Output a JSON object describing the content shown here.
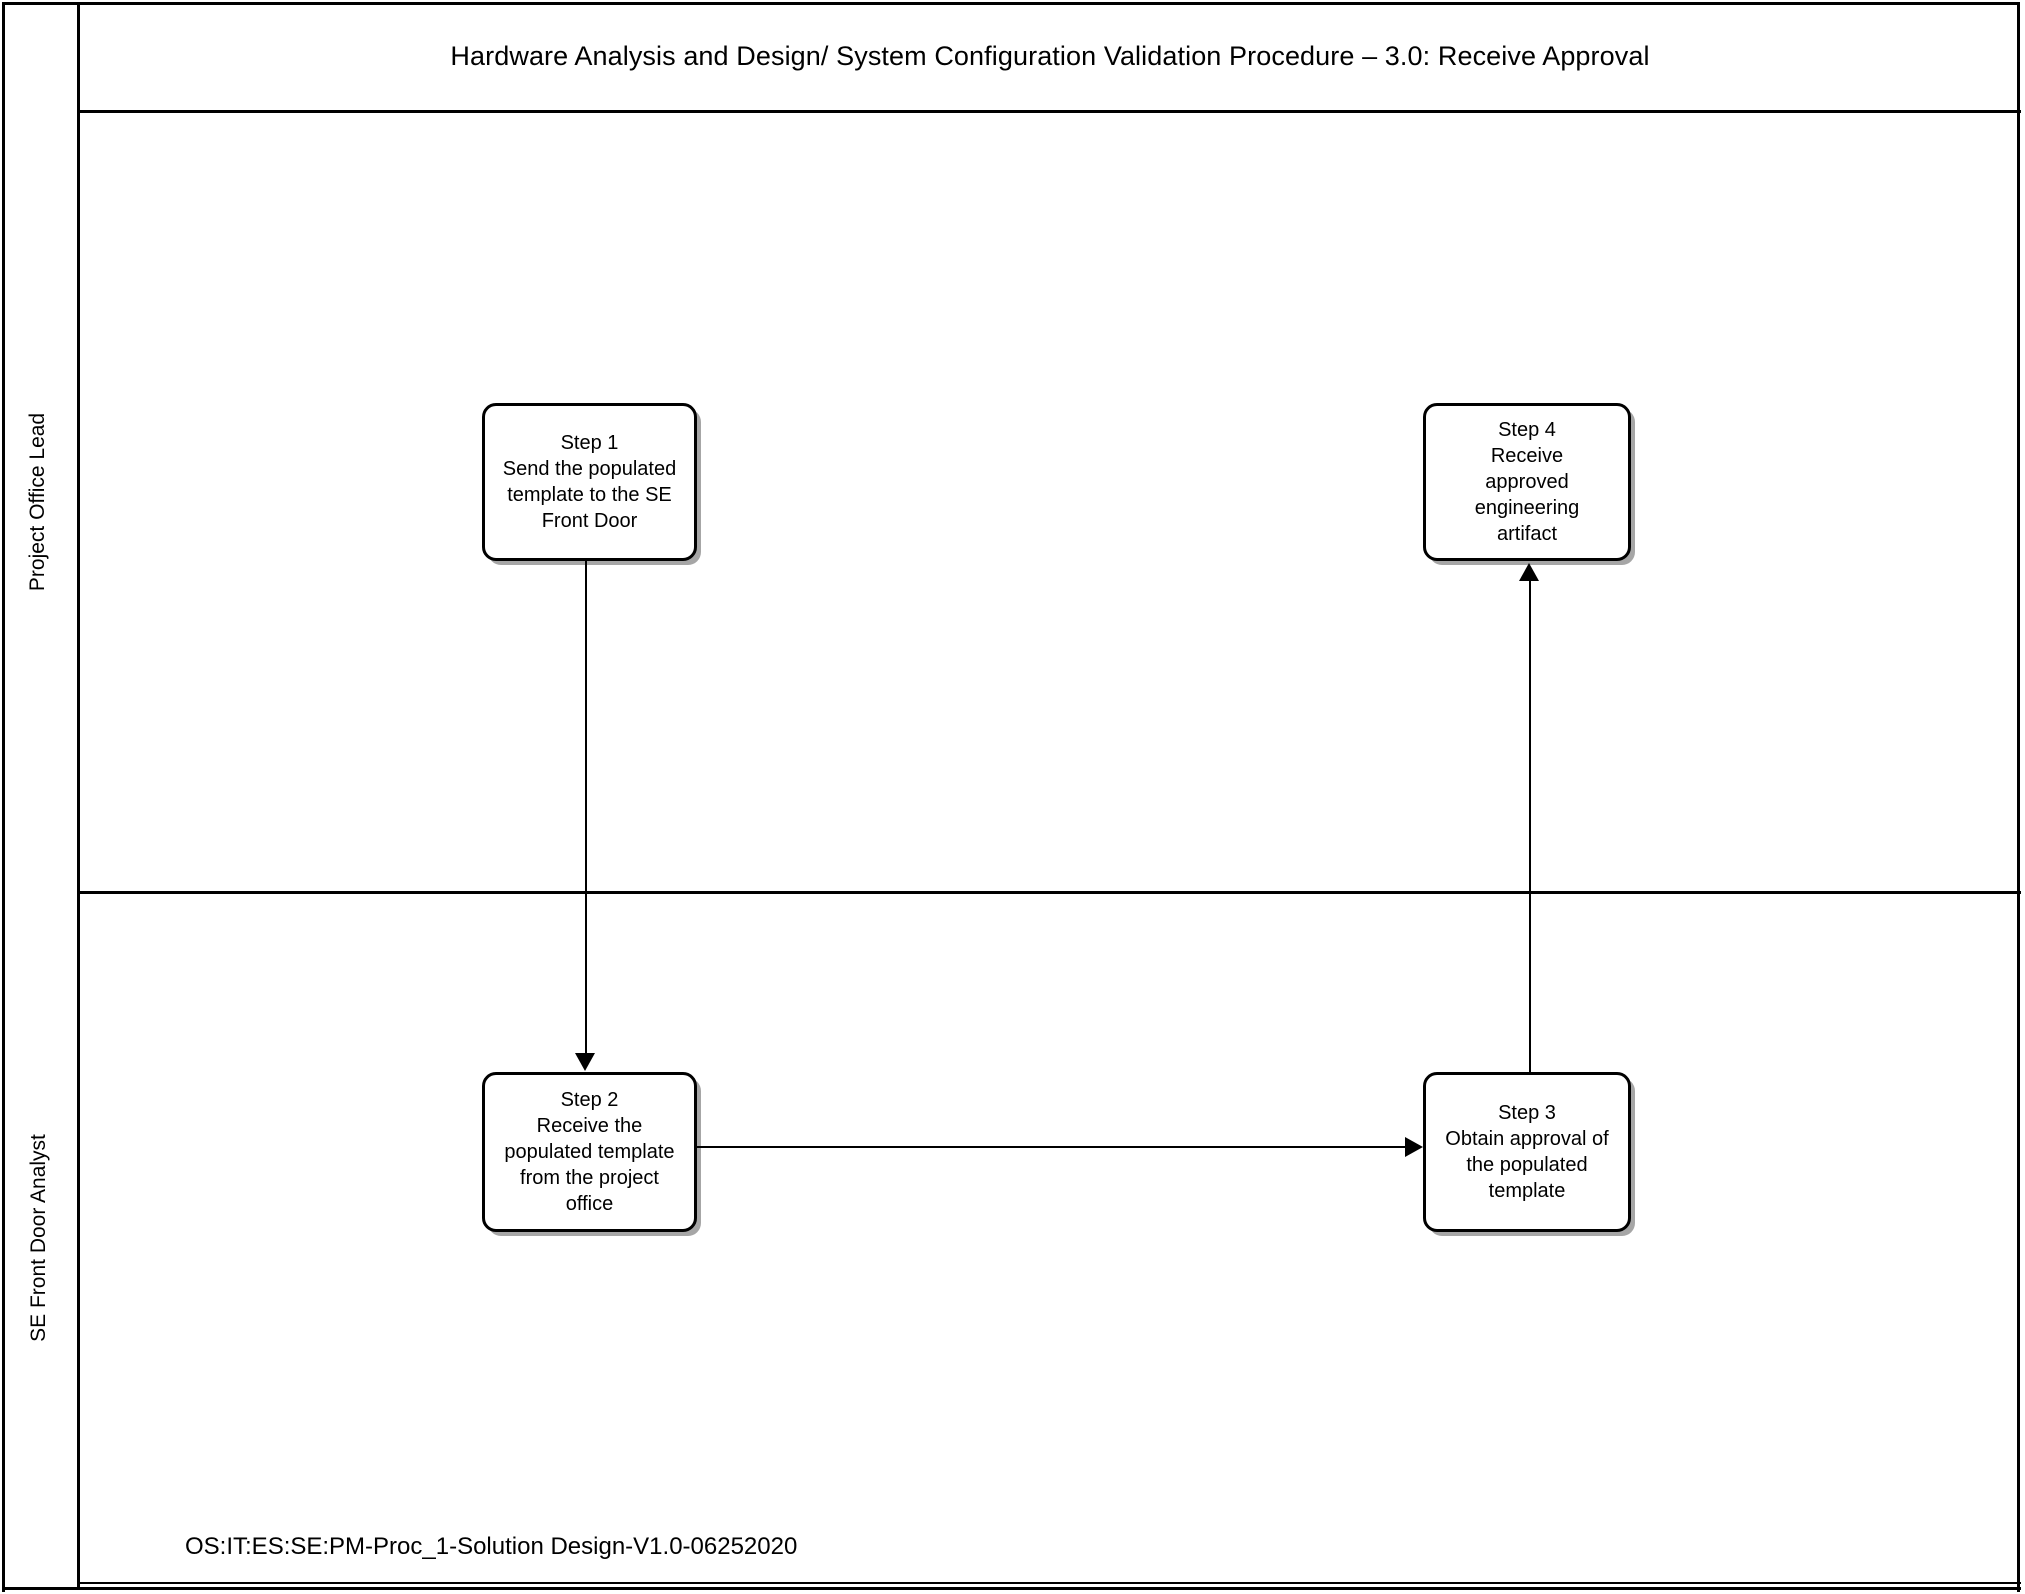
{
  "diagram": {
    "title": "Hardware Analysis and Design/ System Configuration Validation  Procedure – 3.0: Receive Approval",
    "footer": "OS:IT:ES:SE:PM-Proc_1-Solution Design-V1.0-06252020",
    "type": "swimlane-flowchart",
    "colors": {
      "line": "#000000",
      "background": "#ffffff",
      "node_fill": "#ffffff",
      "node_border": "#000000",
      "node_shadow": "#595959"
    },
    "lanes": [
      {
        "id": "lane-project-office-lead",
        "label": "Project Office Lead"
      },
      {
        "id": "lane-se-front-door-analyst",
        "label": "SE Front Door Analyst"
      }
    ],
    "nodes": [
      {
        "id": "step1",
        "lane": "lane-project-office-lead",
        "step": "Step 1",
        "text": "Step 1\nSend the populated\ntemplate to the SE\nFront Door"
      },
      {
        "id": "step4",
        "lane": "lane-project-office-lead",
        "step": "Step 4",
        "text": "Step 4\nReceive\napproved\nengineering\nartifact"
      },
      {
        "id": "step2",
        "lane": "lane-se-front-door-analyst",
        "step": "Step 2",
        "text": "Step 2\nReceive the\npopulated template\nfrom the project\noffice"
      },
      {
        "id": "step3",
        "lane": "lane-se-front-door-analyst",
        "step": "Step 3",
        "text": "Step 3\nObtain approval of\nthe populated\ntemplate"
      }
    ],
    "edges": [
      {
        "id": "edge-1-2",
        "from": "step1",
        "to": "step2",
        "direction": "down",
        "label": ""
      },
      {
        "id": "edge-2-3",
        "from": "step2",
        "to": "step3",
        "direction": "right",
        "label": ""
      },
      {
        "id": "edge-3-4",
        "from": "step3",
        "to": "step4",
        "direction": "up",
        "label": ""
      }
    ]
  }
}
